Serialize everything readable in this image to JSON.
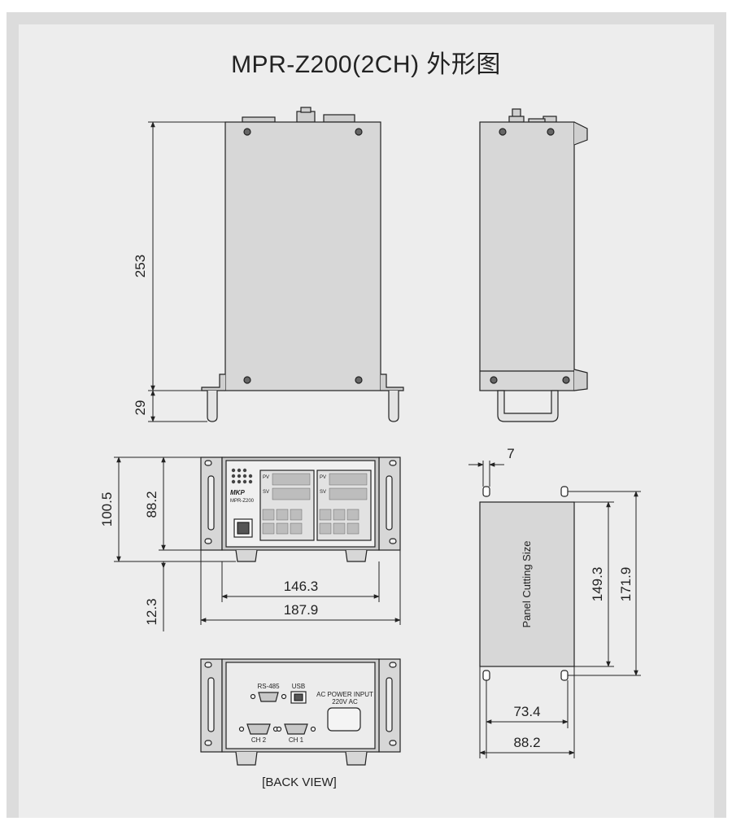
{
  "title": "MPR-Z200(2CH) 外形图",
  "dimensions": {
    "height_253": "253",
    "foot_29": "29",
    "front_100_5": "100.5",
    "front_88_2": "88.2",
    "foot_12_3": "12.3",
    "panel_146_3": "146.3",
    "overall_187_9": "187.9",
    "gap_7": "7",
    "cut_149_3": "149.3",
    "mount_171_9": "171.9",
    "cut_73_4": "73.4",
    "mount_88_2": "88.2"
  },
  "front_panel": {
    "brand": "MKP",
    "model": "MPR-Z200",
    "pv": "PV",
    "sv": "SV"
  },
  "cutout": {
    "label": "Panel Cutting Size"
  },
  "back_panel": {
    "rs485": "RS-485",
    "usb": "USB",
    "ac_line1": "AC POWER INPUT",
    "ac_line2": "220V AC",
    "ch2": "CH 2",
    "ch1": "CH 1",
    "caption": "[BACK VIEW]"
  }
}
